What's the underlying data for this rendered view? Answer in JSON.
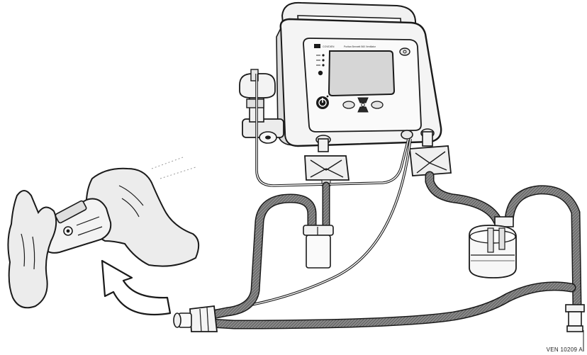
{
  "figure": {
    "reference_code": "VEN 10209 A",
    "device_brand": "COVIDIEN",
    "device_model": "Puritan Bennett 560 Ventilator"
  },
  "colors": {
    "outline": "#1a1a1a",
    "device_body": "#f4f4f4",
    "screen": "#d6d6d6",
    "tubing_dark": "#6e6e6e",
    "tubing_light": "#bdbdbd",
    "hand_fill": "#ececec"
  },
  "icons": {
    "power": "power-icon",
    "arrow": "curved-arrow-icon"
  }
}
